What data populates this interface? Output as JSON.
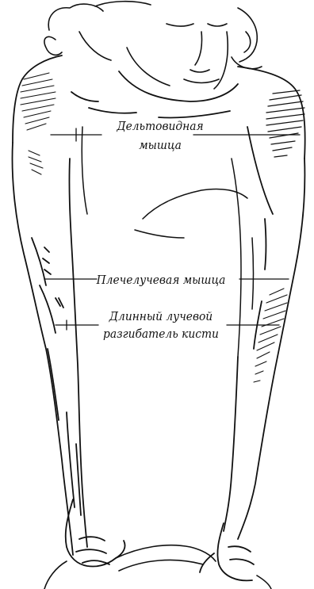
{
  "labels": {
    "deltoid_line1": "Дельтовидная",
    "deltoid_line2": "мышца",
    "brachioradialis": "Плечелучевая мышца",
    "extensor_line1": "Длинный лучевой",
    "extensor_line2": "разгибатель кисти"
  },
  "colors": {
    "ink": "#111111",
    "background": "#ffffff"
  }
}
